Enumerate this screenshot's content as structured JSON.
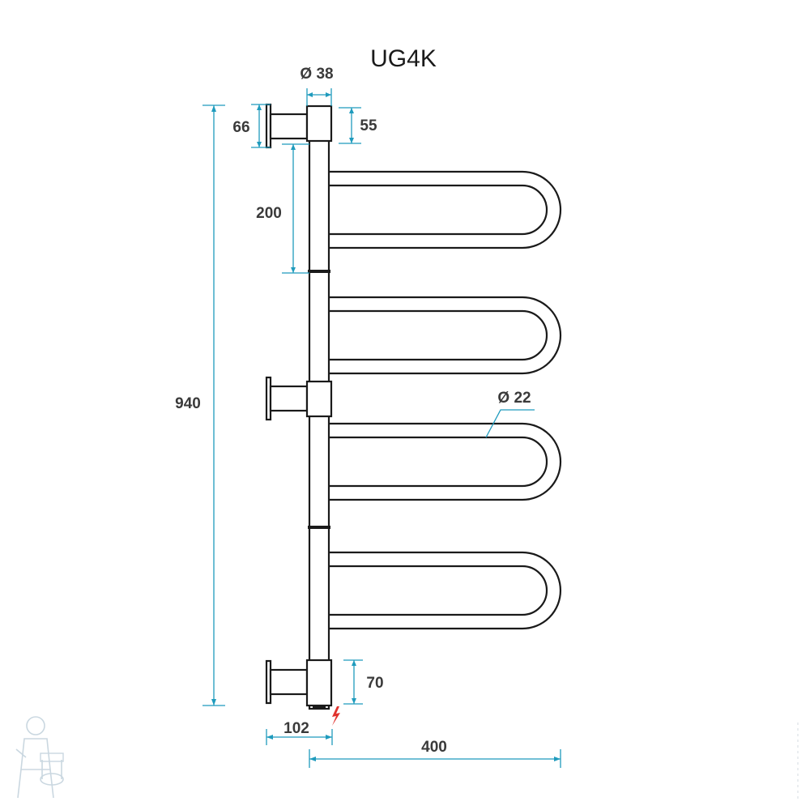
{
  "title": "UG4K",
  "dimensions": {
    "pipe_diameter": "Ø 38",
    "bracket_width": "66",
    "top_cap": "55",
    "spacing": "200",
    "height": "940",
    "rail_diameter": "Ø 22",
    "bottom_cap": "70",
    "wall_offset": "102",
    "width": "400"
  },
  "colors": {
    "dimension": "#1f9bbd",
    "outline": "#1a1a1a",
    "power_symbol": "#e0322d"
  },
  "icons": {
    "power": "lightning-bolt-icon",
    "logo": "plumber-mascot-icon"
  }
}
